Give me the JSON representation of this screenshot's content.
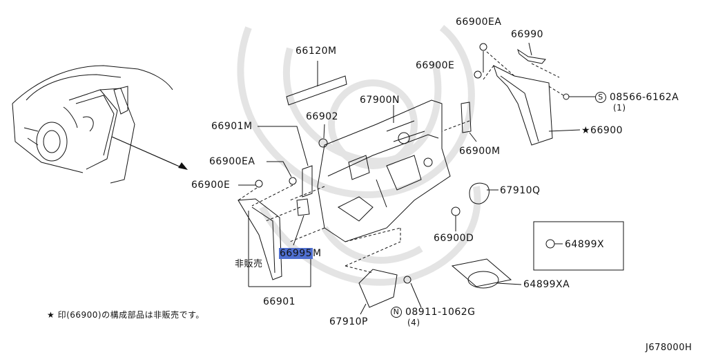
{
  "labels": {
    "p66120M": "66120M",
    "p66902": "66902",
    "p67900N": "67900N",
    "p66901M": "66901M",
    "p66900EA_left": "66900EA",
    "p66900E_left": "66900E",
    "p66995M": "66995",
    "p66995M_suffix": "M",
    "not_sold": "非販売",
    "p66901": "66901",
    "p66900EA_top": "66900EA",
    "p66990": "66990",
    "p66900E_top": "66900E",
    "p08566_circle": "S",
    "p08566": "08566-6162A",
    "p08566_qty": "(1)",
    "p66900_star": "★66900",
    "p66900M": "66900M",
    "p67910Q": "67910Q",
    "p66900D": "66900D",
    "p64899X": "64899X",
    "p64899XA": "64899XA",
    "p67910P": "67910P",
    "p08911_circle": "N",
    "p08911": "08911-1062G",
    "p08911_qty": "(4)"
  },
  "footnote": "★ 印(66900)の構成部品は非販売です。",
  "diagram_code": "J678000H",
  "colors": {
    "highlight": "#4f6fd0",
    "line": "#111111",
    "watermark": "#e2e2e2"
  }
}
